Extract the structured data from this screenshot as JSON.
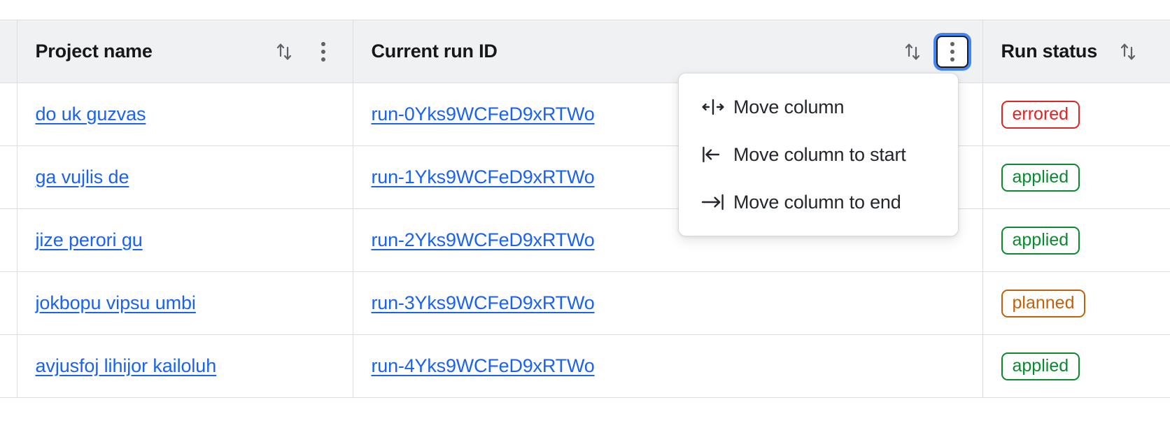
{
  "table": {
    "columns": [
      {
        "key": "gutter",
        "label": "",
        "sortable": false,
        "has_menu": false
      },
      {
        "key": "project",
        "label": "Project name",
        "sortable": true,
        "has_menu": true
      },
      {
        "key": "runid",
        "label": "Current run ID",
        "sortable": true,
        "has_menu": true
      },
      {
        "key": "status",
        "label": "Run status",
        "sortable": true,
        "has_menu": false
      }
    ],
    "rows": [
      {
        "project": "do uk guzvas",
        "run_id": "run-0Yks9WCFeD9xRTWo",
        "status": "errored"
      },
      {
        "project": "ga vujlis de",
        "run_id": "run-1Yks9WCFeD9xRTWo",
        "status": "applied"
      },
      {
        "project": "jize perori gu",
        "run_id": "run-2Yks9WCFeD9xRTWo",
        "status": "applied"
      },
      {
        "project": "jokbopu vipsu umbi",
        "run_id": "run-3Yks9WCFeD9xRTWo",
        "status": "planned"
      },
      {
        "project": "avjusfoj lihijor kailoluh",
        "run_id": "run-4Yks9WCFeD9xRTWo",
        "status": "applied"
      }
    ]
  },
  "icons": {
    "sort": "sort-updown-icon",
    "menu": "kebab-menu-icon",
    "move_column": "move-column-icon",
    "move_to_start": "move-column-to-start-icon",
    "move_to_end": "move-column-to-end-icon"
  },
  "column_menu": {
    "open_for_column": "Current run ID",
    "items": [
      {
        "label": "Move column",
        "icon": "move-column-icon"
      },
      {
        "label": "Move column to start",
        "icon": "move-column-to-start-icon"
      },
      {
        "label": "Move column to end",
        "icon": "move-column-to-end-icon"
      }
    ]
  },
  "colors": {
    "link": "#1a62f0",
    "header_bg": "#f0f1f3",
    "grid": "#dcdee1",
    "focus_ring": "#4285f4",
    "status_errored": "#e02323",
    "status_applied": "#0a8a2e",
    "status_planned": "#c2610c"
  }
}
